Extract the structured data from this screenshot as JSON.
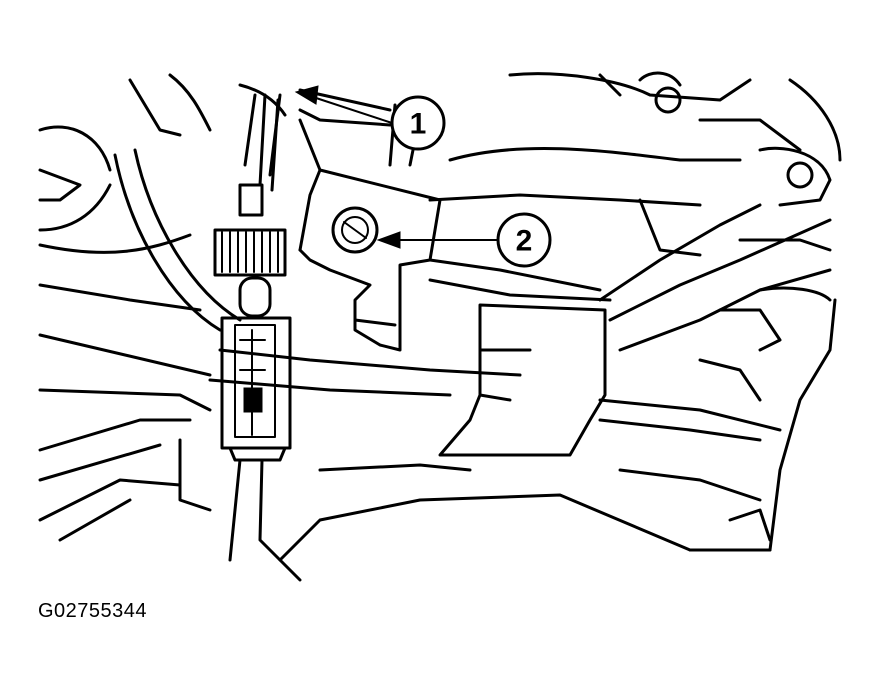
{
  "figure": {
    "id_label": "G02755344",
    "callouts": [
      {
        "label": "1",
        "target": "connector"
      },
      {
        "label": "2",
        "target": "bolt"
      }
    ]
  }
}
